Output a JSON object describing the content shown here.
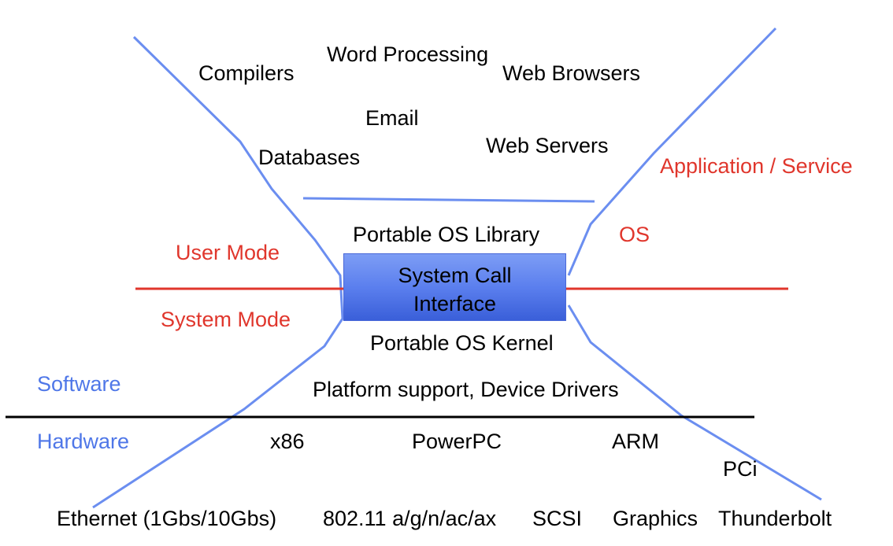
{
  "applications": {
    "compilers": "Compilers",
    "word_processing": "Word Processing",
    "web_browsers": "Web Browsers",
    "email": "Email",
    "databases": "Databases",
    "web_servers": "Web Servers"
  },
  "layers": {
    "application_service": "Application / Service",
    "os": "OS",
    "portable_os_library": "Portable OS Library",
    "system_call_line1": "System Call",
    "system_call_line2": "Interface",
    "portable_os_kernel": "Portable OS Kernel",
    "platform_support": "Platform support,  Device Drivers"
  },
  "modes": {
    "user_mode": "User Mode",
    "system_mode": "System Mode",
    "software": "Software",
    "hardware": "Hardware"
  },
  "platforms": {
    "x86": "x86",
    "powerpc": "PowerPC",
    "arm": "ARM",
    "pci": "PCi"
  },
  "interfaces": {
    "ethernet": "Ethernet (1Gbs/10Gbs)",
    "wifi": "802.11 a/g/n/ac/ax",
    "scsi": "SCSI",
    "graphics": "Graphics",
    "thunderbolt": "Thunderbolt"
  },
  "colors": {
    "hourglass_line": "#6b8ef0",
    "mode_divider": "#e0362c",
    "hw_sw_divider": "#000000",
    "red_label": "#e0362c",
    "blue_label": "#4f77e8"
  }
}
